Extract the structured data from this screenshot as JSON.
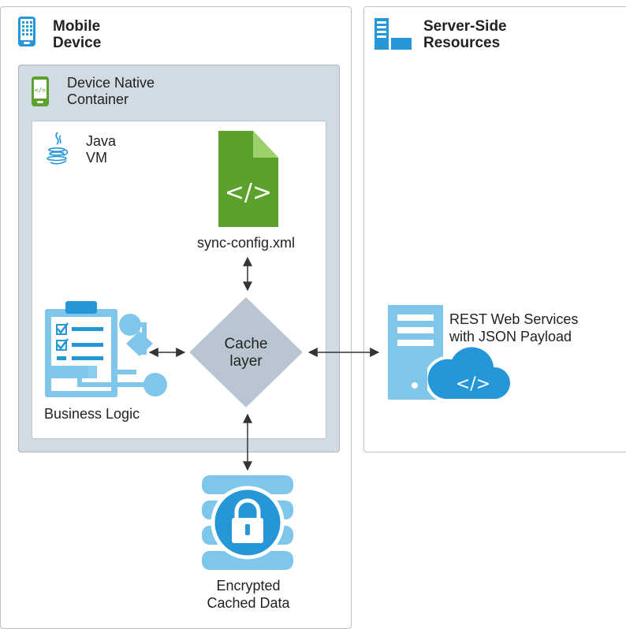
{
  "mobile_device": {
    "title_line1": "Mobile",
    "title_line2": "Device"
  },
  "server_side": {
    "title_line1": "Server-Side",
    "title_line2": "Resources"
  },
  "native_container": {
    "title_line1": "Device Native",
    "title_line2": "Container"
  },
  "java_vm": {
    "title_line1": "Java",
    "title_line2": "VM"
  },
  "sync_config": {
    "label": "sync-config.xml"
  },
  "cache_layer": {
    "label_line1": "Cache",
    "label_line2": "layer"
  },
  "business_logic": {
    "label": "Business Logic"
  },
  "rest_services": {
    "label_line1": "REST Web Services",
    "label_line2": "with JSON Payload"
  },
  "encrypted_data": {
    "label_line1": "Encrypted",
    "label_line2": "Cached Data"
  },
  "colors": {
    "blue": "#2596d8",
    "light_blue": "#7fc7ea",
    "green": "#5aa22c",
    "diamond": "#b9c6d1"
  }
}
